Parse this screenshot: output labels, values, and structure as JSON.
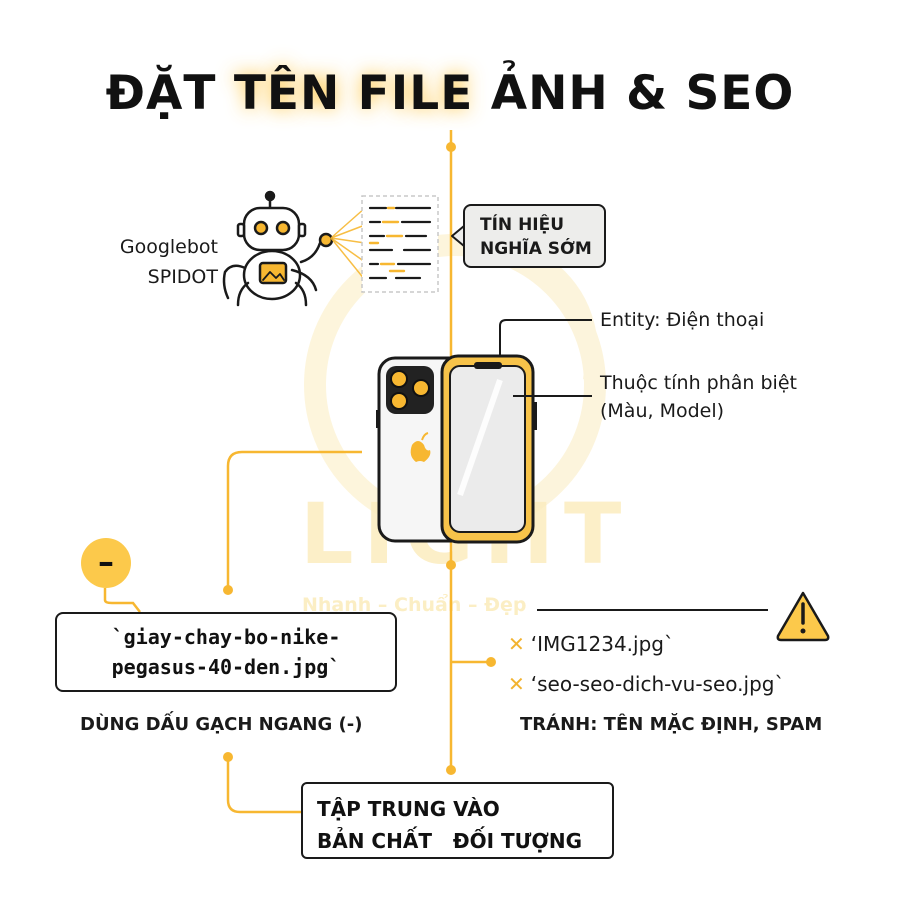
{
  "title": {
    "prefix": "ĐẶT ",
    "highlight": "TÊN FILE",
    "suffix": " ẢNH & SEO"
  },
  "watermark": {
    "brand": "LIGHT",
    "slogan": "Nhanh – Chuẩn – Đẹp"
  },
  "robot": {
    "name": "Googlebot",
    "subname": "SPIDOT"
  },
  "bubble": {
    "line1": "TÍN HIỆU",
    "line2": "NGHĨA SỚM"
  },
  "phone": {
    "entity_label": "Entity: Điện thoại",
    "attribute_label": "Thuộc tính phân biệt",
    "attribute_detail": "(Màu, Model)"
  },
  "good_example": {
    "badge": "–",
    "filename_line1": "`giay-chay-bo-nike-",
    "filename_line2": "pegasus-40-den.jpg`",
    "caption": "DÙNG DẤU GẠCH NGANG (-)"
  },
  "bad_examples": {
    "items": [
      "‘IMG1234.jpg`",
      "‘seo-seo-dich-vu-seo.jpg`"
    ],
    "caption": "TRÁNH: TÊN MẶC ĐỊNH, SPAM"
  },
  "focus": {
    "line1": "TẬP TRUNG VÀO",
    "line2": "BẢN CHẤT   ĐỐI TƯỢNG"
  },
  "colors": {
    "accent": "#f7b731",
    "ink": "#1a1a1a",
    "bubble_bg": "#ededeb",
    "badge": "#fcc94b"
  }
}
